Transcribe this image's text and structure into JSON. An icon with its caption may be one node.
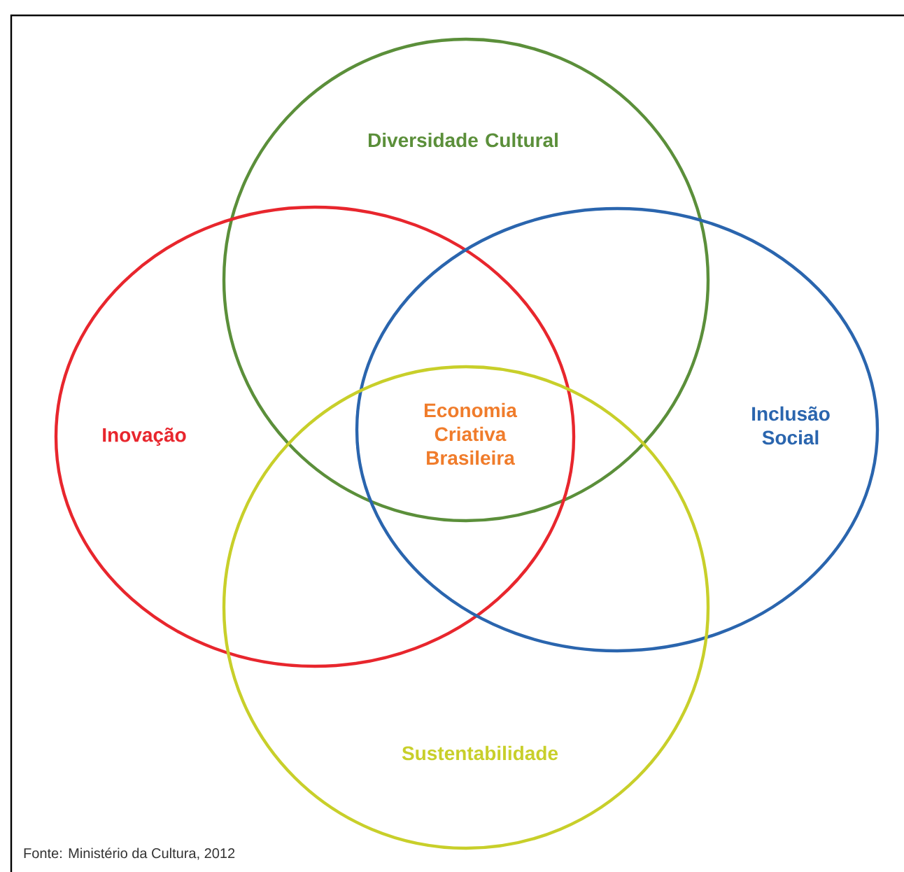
{
  "diagram": {
    "caption": "Fonte: Ministério da Cultura, 2012",
    "nodes": [
      {
        "text": [
          "Diversidade Cultural"
        ]
      },
      {
        "text": [
          "Inovação"
        ]
      },
      {
        "text": [
          "Inclusão Social"
        ]
      },
      {
        "text": [
          "Sustentabilidade"
        ]
      }
    ],
    "labels": [
      "Economia Criativa Brasileira"
    ]
  }
}
